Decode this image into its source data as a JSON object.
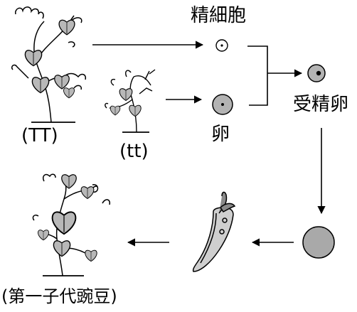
{
  "labels": {
    "sperm": "精細胞",
    "egg": "卵",
    "zygote": "受精卵",
    "parent_tall": "(TT)",
    "parent_short": "(tt)",
    "offspring": "(第一子代豌豆)"
  },
  "colors": {
    "leaf_fill": "#b8b8b8",
    "cell_fill": "#b3b3b3",
    "seed_fill": "#a9a9a9",
    "pod_fill": "#cfcfcf",
    "stroke": "#000000"
  },
  "icons": [
    "tall-pea-plant-icon",
    "short-pea-plant-icon",
    "sperm-cell-icon",
    "egg-cell-icon",
    "zygote-icon",
    "seed-icon",
    "pea-pod-icon",
    "offspring-plant-icon"
  ]
}
